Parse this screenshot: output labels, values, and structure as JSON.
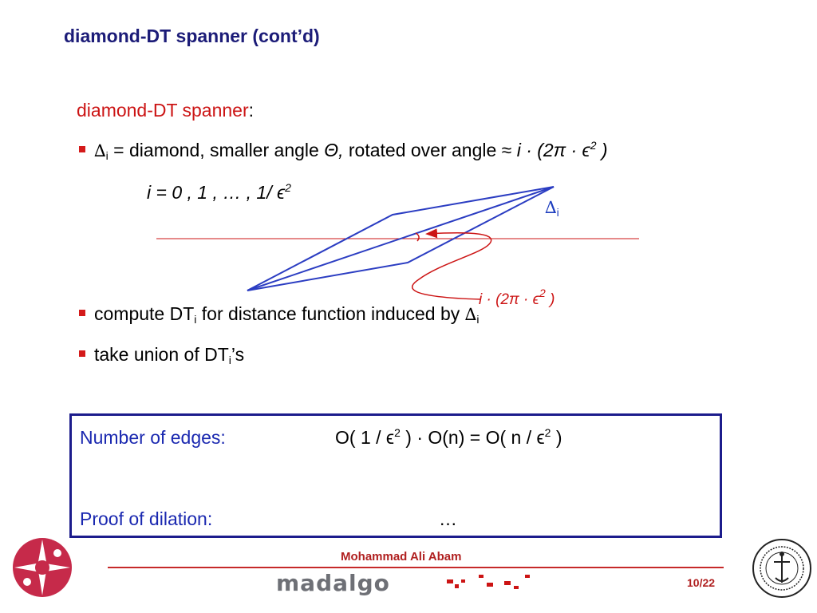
{
  "slide": {
    "title": "diamond-DT spanner (cont’d)",
    "subheading_red": "diamond-DT spanner",
    "subheading_colon": ":",
    "bullet1": {
      "delta": "∆",
      "sub": "i",
      "eq": " = diamond, smaller angle ",
      "theta": "Θ,",
      "rest": " rotated over angle ≈ ",
      "expr": "i · (2π · ϵ",
      "sup": "2",
      "close": " )"
    },
    "index_line": {
      "text": "i  = 0 , 1 , … , 1/ ϵ",
      "sup": "2"
    },
    "bullet2": {
      "pre": "compute DT",
      "sub": "i",
      "mid": " for distance function induced by ",
      "delta": "∆",
      "sub2": "i"
    },
    "bullet3": {
      "pre": "take union of DT",
      "sub": "i",
      "post": "’s"
    }
  },
  "figure": {
    "delta_label": "∆",
    "delta_sub": "i",
    "angle_label": "i · (2π · ϵ",
    "angle_sup": "2",
    "angle_close": " )"
  },
  "result_box": {
    "edges_label": "Number of edges:",
    "edges_expr_a": "O( 1 / ϵ",
    "edges_sup_a": "2",
    "edges_expr_b": " ) · O(n)   = O( n / ϵ",
    "edges_sup_b": "2",
    "edges_expr_c": " )",
    "dilation_label": "Proof of dilation:",
    "dilation_value": "…"
  },
  "footer": {
    "author": "Mohammad Ali Abam",
    "brand": "madalgo",
    "page": "10/22"
  },
  "colors": {
    "title": "#1c1c78",
    "accent_red": "#cc1414",
    "diamond_blue": "#2b3dc2",
    "box_border": "#1c1c8c",
    "box_label": "#1a28b0"
  }
}
